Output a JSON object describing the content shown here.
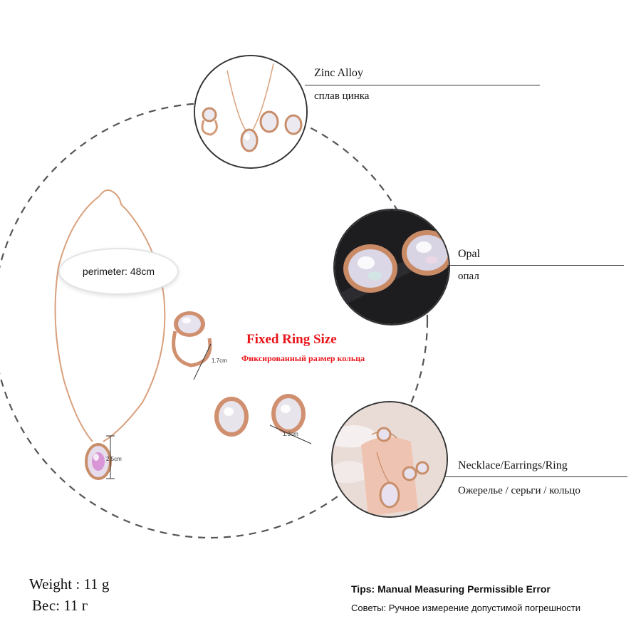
{
  "materials": {
    "zinc_en": "Zinc Alloy",
    "zinc_ru": "сплав цинка",
    "opal_en": "Opal",
    "opal_ru": "опал",
    "set_en": "Necklace/Earrings/Ring",
    "set_ru": "Ожерелье / серьги / кольцо"
  },
  "necklace": {
    "perimeter": "perimeter: 48cm",
    "pendant_size": "2.5cm"
  },
  "ring": {
    "title": "Fixed Ring Size",
    "subtitle": "Фиксированный размер кольца",
    "size": "1.7cm"
  },
  "earrings": {
    "size": "1.3cm"
  },
  "weight": {
    "en": "Weight : 11 g",
    "ru": "Вес: 11 г"
  },
  "tips": {
    "en": "Tips: Manual Measuring Permissible Error",
    "ru": "Советы: Ручное измерение допустимой погрешности"
  },
  "colors": {
    "rose_gold": "#d9a07c",
    "accent_red": "#e8141a",
    "line": "#333333",
    "dashed_circle": "#555555"
  }
}
